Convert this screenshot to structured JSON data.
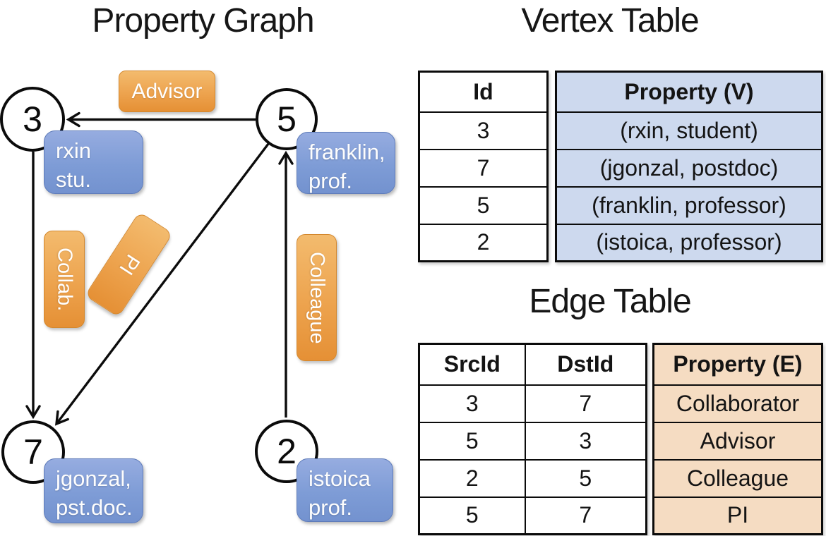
{
  "graph": {
    "title": "Property Graph",
    "nodes": [
      {
        "id": "3",
        "property_lines": [
          "rxin",
          "stu."
        ]
      },
      {
        "id": "5",
        "property_lines": [
          "franklin,",
          "prof."
        ]
      },
      {
        "id": "7",
        "property_lines": [
          "jgonzal,",
          "pst.doc."
        ]
      },
      {
        "id": "2",
        "property_lines": [
          "istoica",
          "prof."
        ]
      }
    ],
    "edges": [
      {
        "src": "5",
        "dst": "3",
        "label": "Advisor"
      },
      {
        "src": "3",
        "dst": "7",
        "label": "Collab."
      },
      {
        "src": "5",
        "dst": "7",
        "label": "PI"
      },
      {
        "src": "2",
        "dst": "5",
        "label": "Colleague"
      }
    ]
  },
  "vertex_table": {
    "title": "Vertex Table",
    "columns": {
      "id": "Id",
      "property": "Property (V)"
    },
    "rows": [
      {
        "id": "3",
        "property": "(rxin, student)"
      },
      {
        "id": "7",
        "property": "(jgonzal, postdoc)"
      },
      {
        "id": "5",
        "property": "(franklin, professor)"
      },
      {
        "id": "2",
        "property": "(istoica, professor)"
      }
    ]
  },
  "edge_table": {
    "title": "Edge Table",
    "columns": {
      "src": "SrcId",
      "dst": "DstId",
      "property": "Property (E)"
    },
    "rows": [
      {
        "src": "3",
        "dst": "7",
        "property": "Collaborator"
      },
      {
        "src": "5",
        "dst": "3",
        "property": "Advisor"
      },
      {
        "src": "2",
        "dst": "5",
        "property": "Colleague"
      },
      {
        "src": "5",
        "dst": "7",
        "property": "PI"
      }
    ]
  },
  "colors": {
    "edge_label_fill_top": "#f3bb6e",
    "edge_label_fill_bottom": "#e59035",
    "vertex_label_fill_top": "#96ace0",
    "vertex_label_fill_bottom": "#7392cf",
    "vertex_table_cell_fill": "#cdd9ee",
    "edge_table_cell_fill": "#f5dcc2",
    "label_text": "#ffffff",
    "line_color": "#0c0c0c"
  }
}
